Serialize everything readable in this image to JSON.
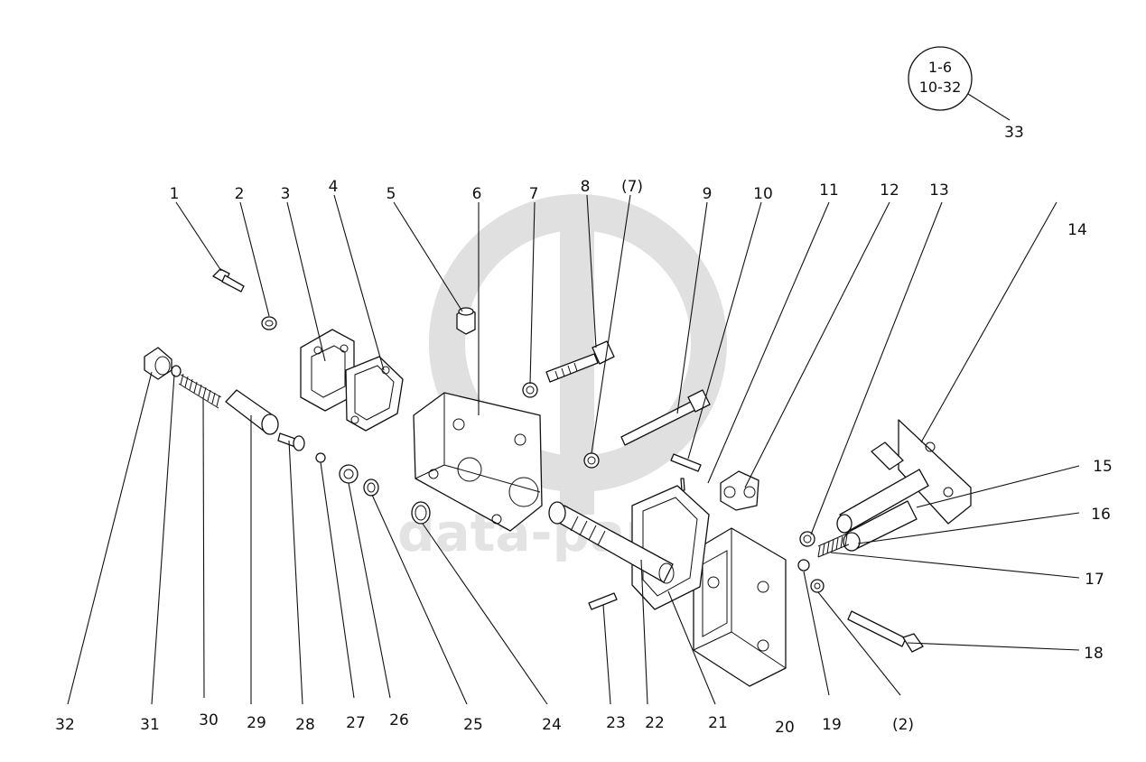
{
  "watermark": {
    "text": "data-parts"
  },
  "callout": {
    "line1": "1-6",
    "line2": "10-32",
    "ref_label": "33"
  },
  "parts": [
    {
      "id": "1",
      "label": "1"
    },
    {
      "id": "2",
      "label": "2"
    },
    {
      "id": "3",
      "label": "3"
    },
    {
      "id": "4",
      "label": "4"
    },
    {
      "id": "5",
      "label": "5"
    },
    {
      "id": "6",
      "label": "6"
    },
    {
      "id": "7",
      "label": "7"
    },
    {
      "id": "8",
      "label": "8"
    },
    {
      "id": "7b",
      "label": "(7)"
    },
    {
      "id": "9",
      "label": "9"
    },
    {
      "id": "10",
      "label": "10"
    },
    {
      "id": "11",
      "label": "11"
    },
    {
      "id": "12",
      "label": "12"
    },
    {
      "id": "13",
      "label": "13"
    },
    {
      "id": "14",
      "label": "14"
    },
    {
      "id": "15",
      "label": "15"
    },
    {
      "id": "16",
      "label": "16"
    },
    {
      "id": "17",
      "label": "17"
    },
    {
      "id": "18",
      "label": "18"
    },
    {
      "id": "2b",
      "label": "(2)"
    },
    {
      "id": "19",
      "label": "19"
    },
    {
      "id": "20",
      "label": "20"
    },
    {
      "id": "21",
      "label": "21"
    },
    {
      "id": "22",
      "label": "22"
    },
    {
      "id": "23",
      "label": "23"
    },
    {
      "id": "24",
      "label": "24"
    },
    {
      "id": "25",
      "label": "25"
    },
    {
      "id": "26",
      "label": "26"
    },
    {
      "id": "27",
      "label": "27"
    },
    {
      "id": "28",
      "label": "28"
    },
    {
      "id": "29",
      "label": "29"
    },
    {
      "id": "30",
      "label": "30"
    },
    {
      "id": "31",
      "label": "31"
    },
    {
      "id": "32",
      "label": "32"
    }
  ]
}
